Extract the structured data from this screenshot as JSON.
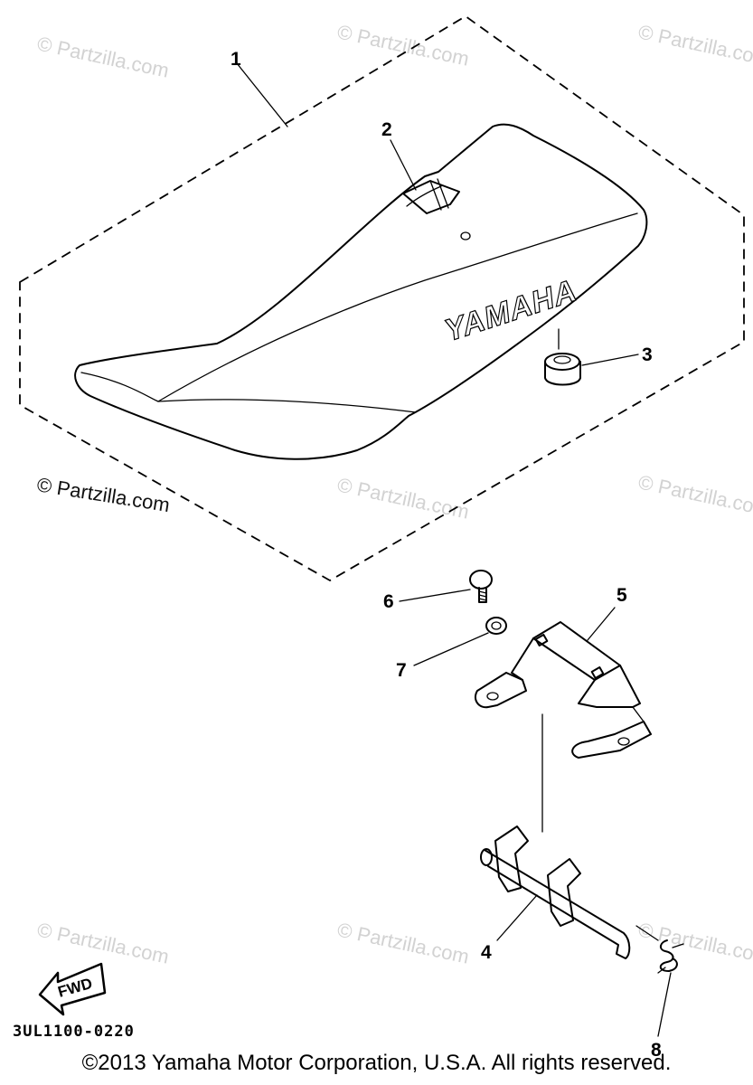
{
  "watermarks": {
    "main": "© Partzilla.com",
    "faint": "© Partzilla.com"
  },
  "seat_logo": "YAMAHA",
  "fwd_label": "FWD",
  "callouts": {
    "c1": "1",
    "c2": "2",
    "c3": "3",
    "c4": "4",
    "c5": "5",
    "c6": "6",
    "c7": "7",
    "c8": "8"
  },
  "part_code": "3UL1100-0220",
  "copyright": "©2013 Yamaha Motor Corporation, U.S.A. All rights reserved."
}
